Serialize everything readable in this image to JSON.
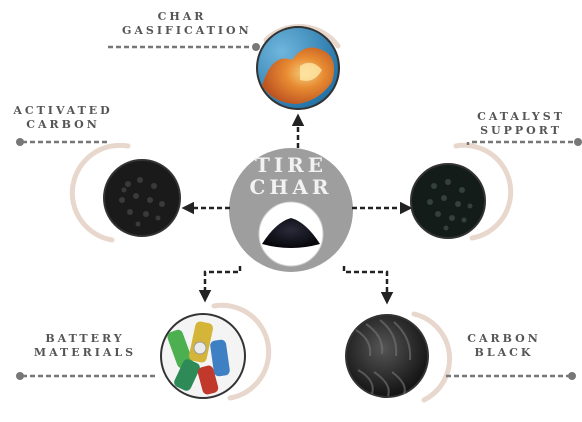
{
  "center": {
    "line1": "TIRE",
    "line2": "CHAR"
  },
  "applications": [
    {
      "key": "char_gasification",
      "line1": "CHAR",
      "line2": "GASIFICATION",
      "icon": "flame-icon"
    },
    {
      "key": "activated_carbon",
      "line1": "ACTIVATED",
      "line2": "CARBON",
      "icon": "granules-icon"
    },
    {
      "key": "catalyst_support",
      "line1": "CATALYST",
      "line2": "SUPPORT",
      "icon": "granules-icon"
    },
    {
      "key": "battery_materials",
      "line1": "BATTERY",
      "line2": "MATERIALS",
      "icon": "batteries-icon"
    },
    {
      "key": "carbon_black",
      "line1": "CARBON",
      "line2": "BLACK",
      "icon": "tire-icon"
    }
  ],
  "colors": {
    "center_fill": "#9e9e9e",
    "label_text": "#555555",
    "arrow": "#222222",
    "accent_arc": "#e7d7cc",
    "connector": "#777777"
  }
}
